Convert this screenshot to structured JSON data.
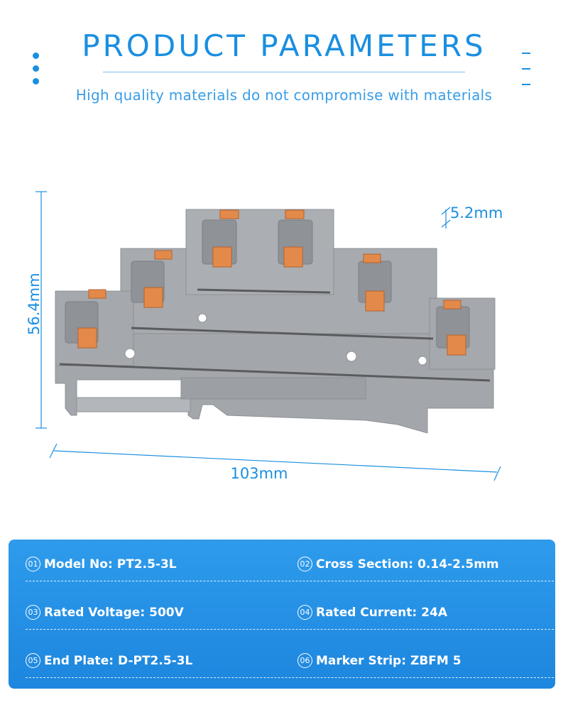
{
  "header": {
    "title": "PRODUCT PARAMETERS",
    "subtitle": "High quality materials do not compromise with materials"
  },
  "dimensions": {
    "width": "103mm",
    "height": "56.4mm",
    "pitch": "5.2mm"
  },
  "specs": [
    {
      "num": "01",
      "label": "Model No:",
      "value": "PT2.5-3L"
    },
    {
      "num": "02",
      "label": "Cross Section:",
      "value": "0.14-2.5mm"
    },
    {
      "num": "03",
      "label": "Rated Voltage:",
      "value": "500V"
    },
    {
      "num": "04",
      "label": "Rated Current:",
      "value": "24A"
    },
    {
      "num": "05",
      "label": "End Plate:",
      "value": "D-PT2.5-3L"
    },
    {
      "num": "06",
      "label": "Marker Strip:",
      "value": "ZBFM 5"
    }
  ],
  "colors": {
    "accent": "#1a8fe0",
    "panel": "#2292e6",
    "housing": "#a3a6ab",
    "release_tab": "#e38a4a"
  }
}
